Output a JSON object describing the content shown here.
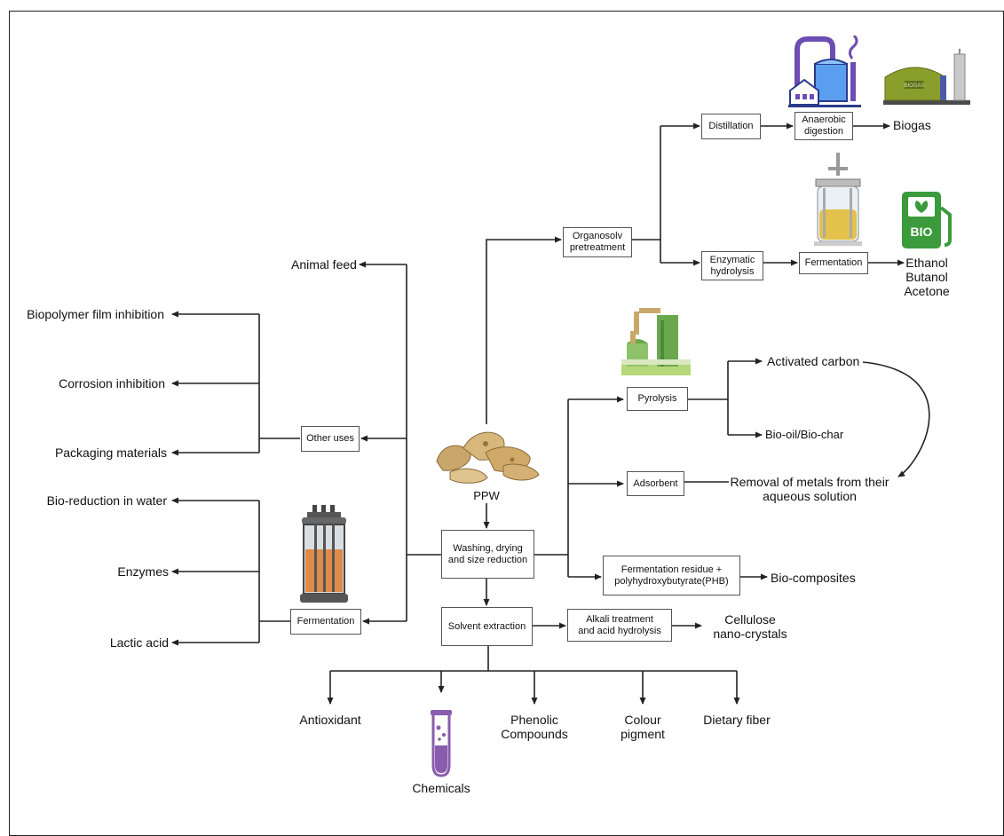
{
  "center": {
    "source_label": "PPW",
    "process": "Washing, drying and size reduction"
  },
  "top_branch": {
    "pretreatment": "Organosolv pretreatment",
    "distillation": "Distillation",
    "anaerobic": "Anaerobic digestion",
    "biogas": "Biogas",
    "biogas_sign": "BIOGAS",
    "hydrolysis": "Enzymatic hydrolysis",
    "fermentation": "Fermentation",
    "products": [
      "Ethanol",
      "Butanol",
      "Acetone"
    ],
    "bio_pump_text": "BIO"
  },
  "left_branch": {
    "animal_feed": "Animal feed",
    "other_uses": "Other uses",
    "other_products": [
      "Biopolymer film inhibition",
      "Corrosion inhibition",
      "Packaging materials"
    ],
    "fermentation": "Fermentation",
    "fermentation_products": [
      "Bio-reduction in water",
      "Enzymes",
      "Lactic acid"
    ]
  },
  "right_branch": {
    "pyrolysis": "Pyrolysis",
    "activated_carbon": "Activated carbon",
    "bio_oil": "Bio-oil/Bio-char",
    "adsorbent": "Adsorbent",
    "removal": [
      "Removal of metals from their",
      "aqueous solution"
    ],
    "residue": [
      "Fermentation residue +",
      "polyhydroxybutyrate(PHB)"
    ],
    "bio_composites": "Bio-composites"
  },
  "bottom_branch": {
    "solvent_extraction": "Solvent extraction",
    "alkali": [
      "Alkali treatment",
      "and acid hydrolysis"
    ],
    "cellulose": [
      "Cellulose",
      "nano-crystals"
    ],
    "antioxidant": "Antioxidant",
    "chemicals": "Chemicals",
    "phenolic": [
      "Phenolic",
      "Compounds"
    ],
    "colour": [
      "Colour",
      "pigment"
    ],
    "dietary": "Dietary fiber"
  },
  "colors": {
    "line": "#222222",
    "biogas_green": "#7a8f2a",
    "pump_green": "#3a9a3c",
    "reactor_orange": "#e08a4a",
    "test_tube_purple": "#8a5cae",
    "pyro_green": "#6aa84f",
    "factory_blue": "#4a7fd4",
    "factory_purple": "#6c4db3"
  }
}
